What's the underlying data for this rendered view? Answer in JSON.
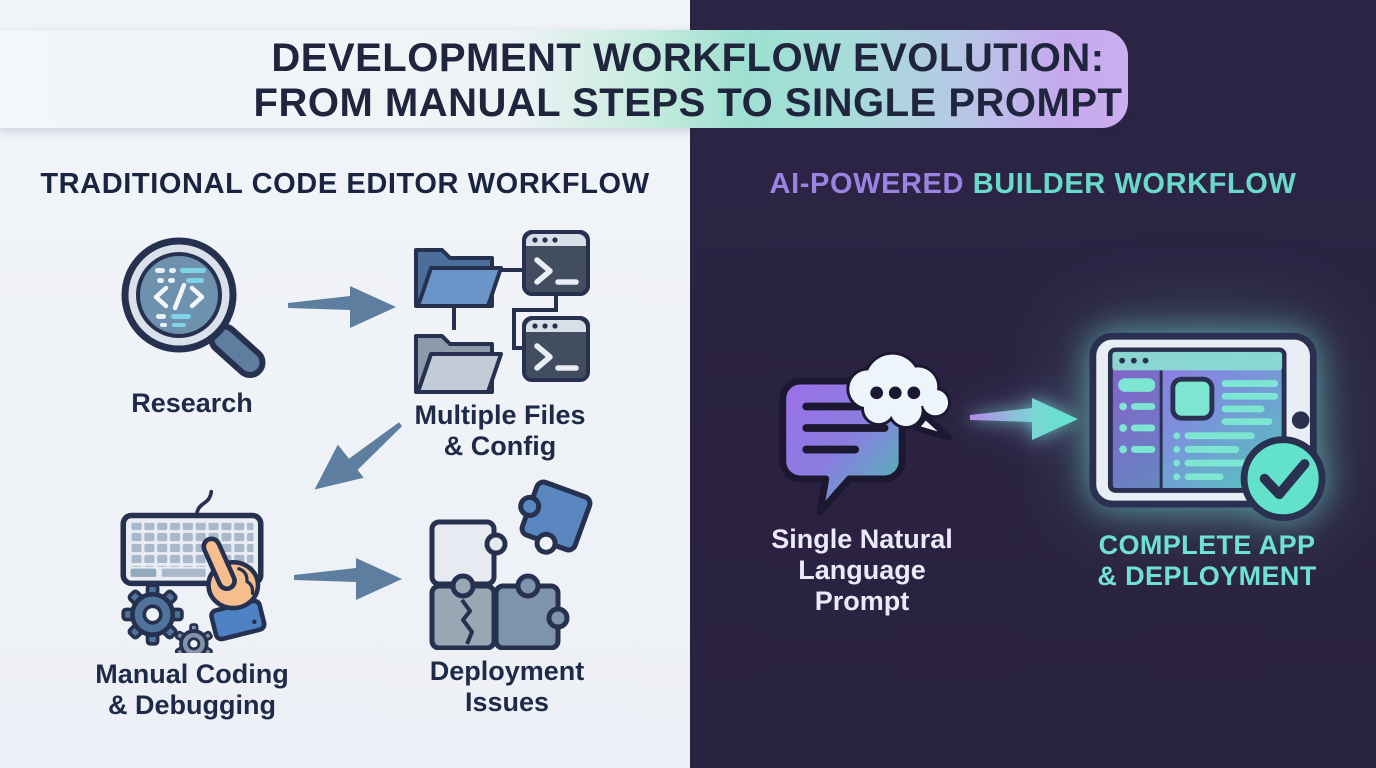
{
  "title": {
    "line1": "DEVELOPMENT WORKFLOW EVOLUTION:",
    "line2": "FROM MANUAL STEPS TO SINGLE PROMPT"
  },
  "left_panel": {
    "heading": "TRADITIONAL CODE EDITOR WORKFLOW",
    "steps": {
      "research": {
        "label": "Research",
        "icon": "magnifier-code-icon"
      },
      "files": {
        "line1": "Multiple Files",
        "line2": "& Config",
        "icon": "folders-terminals-icon"
      },
      "coding": {
        "line1": "Manual Coding",
        "line2": "& Debugging",
        "icon": "keyboard-hand-gears-icon"
      },
      "deployment": {
        "line1": "Deployment",
        "line2": "Issues",
        "icon": "broken-puzzle-icon"
      }
    }
  },
  "right_panel": {
    "heading_part1": "AI-POWERED",
    "heading_part2": "BUILDER WORKFLOW",
    "steps": {
      "prompt": {
        "line1": "Single Natural",
        "line2": "Language Prompt",
        "icon": "chat-bubbles-icon"
      },
      "complete": {
        "line1": "COMPLETE APP",
        "line2": "& DEPLOYMENT",
        "icon": "tablet-app-check-icon"
      }
    }
  },
  "colors": {
    "light_bg": "#eff2f7",
    "dark_bg": "#2b2342",
    "navy_text": "#1e2a48",
    "arrow_slate": "#5d7e9e",
    "accent_purple": "#9c82e2",
    "accent_teal": "#6ad9cd",
    "banner_teal": "#9de0d1",
    "banner_purple": "#c6a9ed",
    "icon_blue": "#5a87c0",
    "check_teal": "#62e2cb"
  }
}
